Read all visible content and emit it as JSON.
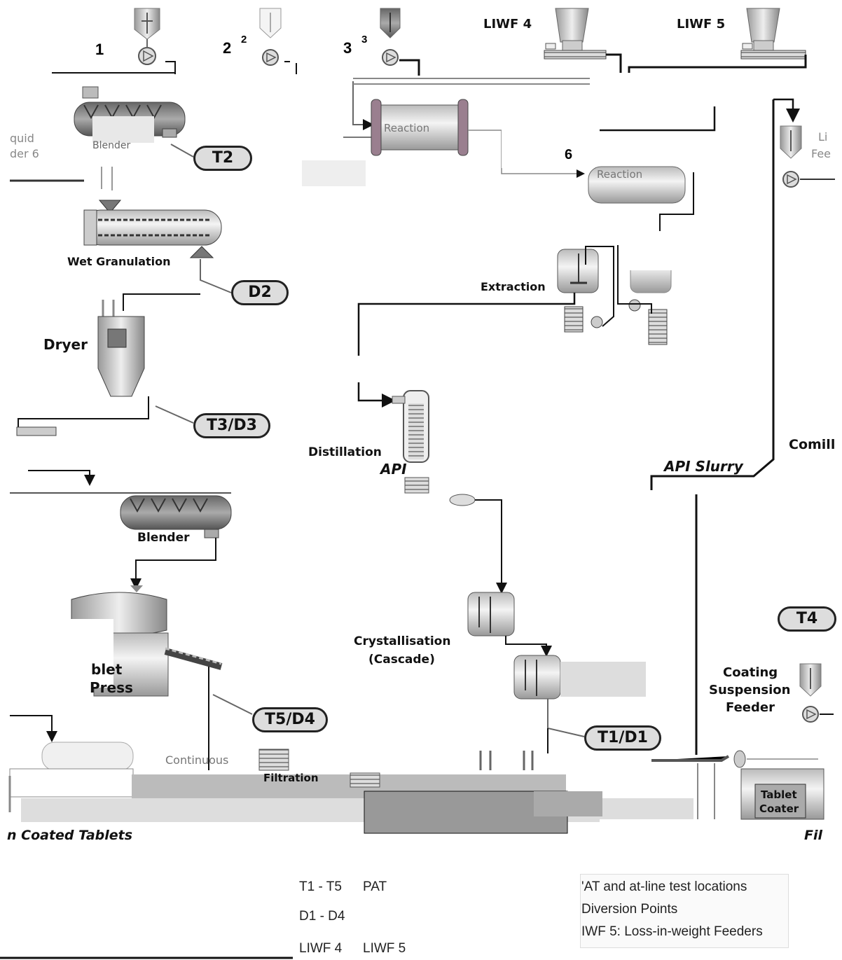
{
  "labels": {
    "n1": "1",
    "n2": "2",
    "n2_sup": "2",
    "n3": "3",
    "n3_sup": "3",
    "n6": "6",
    "liwf4": "LIWF 4",
    "liwf5": "LIWF 5",
    "wet_granulation": "Wet Granulation",
    "dryer": "Dryer",
    "extraction": "Extraction",
    "distillation": "Distillation",
    "api": "API",
    "api_slurry": "API Slurry",
    "comill": "Comill",
    "blender": "Blender",
    "tablet_press_top": "blet",
    "tablet_press_bottom": "Press",
    "crystallisation_1": "Crystallisation",
    "crystallisation_2": "(Cascade)",
    "coating_1": "Coating",
    "coating_2": "Suspension",
    "coating_3": "Feeder",
    "tablet_coater_1": "Tablet",
    "tablet_coater_2": "Coater",
    "coated_tablets": "n Coated Tablets",
    "filtration": "Filtration",
    "reaction_1": "Reaction",
    "reaction_2": "Reaction",
    "liquid_feeder_1": "quid",
    "liquid_feeder_2": "der 6",
    "blender_top": "Blender",
    "continuous": "Continuous",
    "right_feeder_1": "Li",
    "right_feeder_2": "Fee",
    "fil_right": "Fil"
  },
  "tags": {
    "t2": "T2",
    "d2": "D2",
    "t3d3": "T3/D3",
    "t5d4": "T5/D4",
    "t1d1": "T1/D1",
    "t4": "T4"
  },
  "legend": {
    "r1_code": "T1 - T5",
    "r1_abbr": "PAT",
    "r1_desc": "'AT and at-line test locations",
    "r2_code": "D1 - D4",
    "r2_desc": "Diversion Points",
    "r3_code": "LIWF 4",
    "r3_abbr": "LIWF 5",
    "r3_desc": "IWF 5: Loss-in-weight Feeders"
  }
}
